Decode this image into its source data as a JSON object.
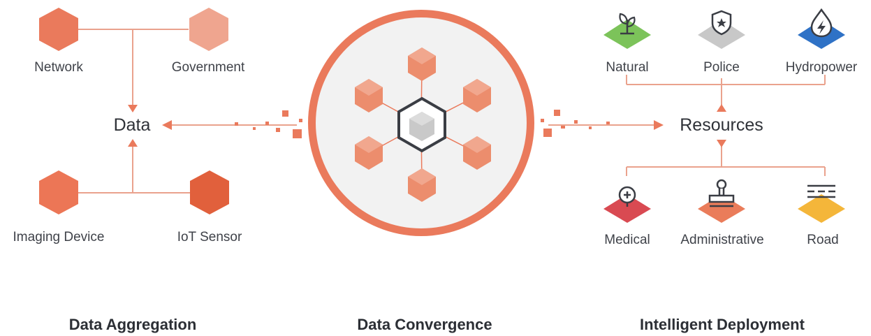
{
  "colors": {
    "accent": "#ea7a5c",
    "hex_dark": "#e1603c",
    "hex_light": "#efa58f",
    "line": "#eaa28d",
    "ring": "#ea7a5c",
    "core_border": "#3a3d44",
    "natural_green": "#7cc35a",
    "police_gray": "#c8c8c8",
    "hydro_blue": "#2f72c6",
    "medical_red": "#d94a52",
    "admin_orange": "#ea7c5a",
    "road_yellow": "#f4b63a"
  },
  "aggregation": {
    "hub": "Data",
    "sources": [
      {
        "label": "Network",
        "icon": "hexagon-icon"
      },
      {
        "label": "Government",
        "icon": "hexagon-icon"
      },
      {
        "label": "Imaging Device",
        "icon": "hexagon-icon"
      },
      {
        "label": "IoT Sensor",
        "icon": "hexagon-icon"
      }
    ],
    "title": "Data Aggregation"
  },
  "convergence": {
    "title": "Data Convergence",
    "core_icon": "cube-icon"
  },
  "deployment": {
    "hub": "Resources",
    "inputs": [
      {
        "label": "Natural",
        "icon": "sprout-icon"
      },
      {
        "label": "Police",
        "icon": "police-badge-icon"
      },
      {
        "label": "Hydropower",
        "icon": "water-drop-icon"
      }
    ],
    "outputs": [
      {
        "label": "Medical",
        "icon": "medical-cross-icon"
      },
      {
        "label": "Administrative",
        "icon": "stamp-icon"
      },
      {
        "label": "Road",
        "icon": "road-icon"
      }
    ],
    "title": "Intelligent Deployment"
  }
}
